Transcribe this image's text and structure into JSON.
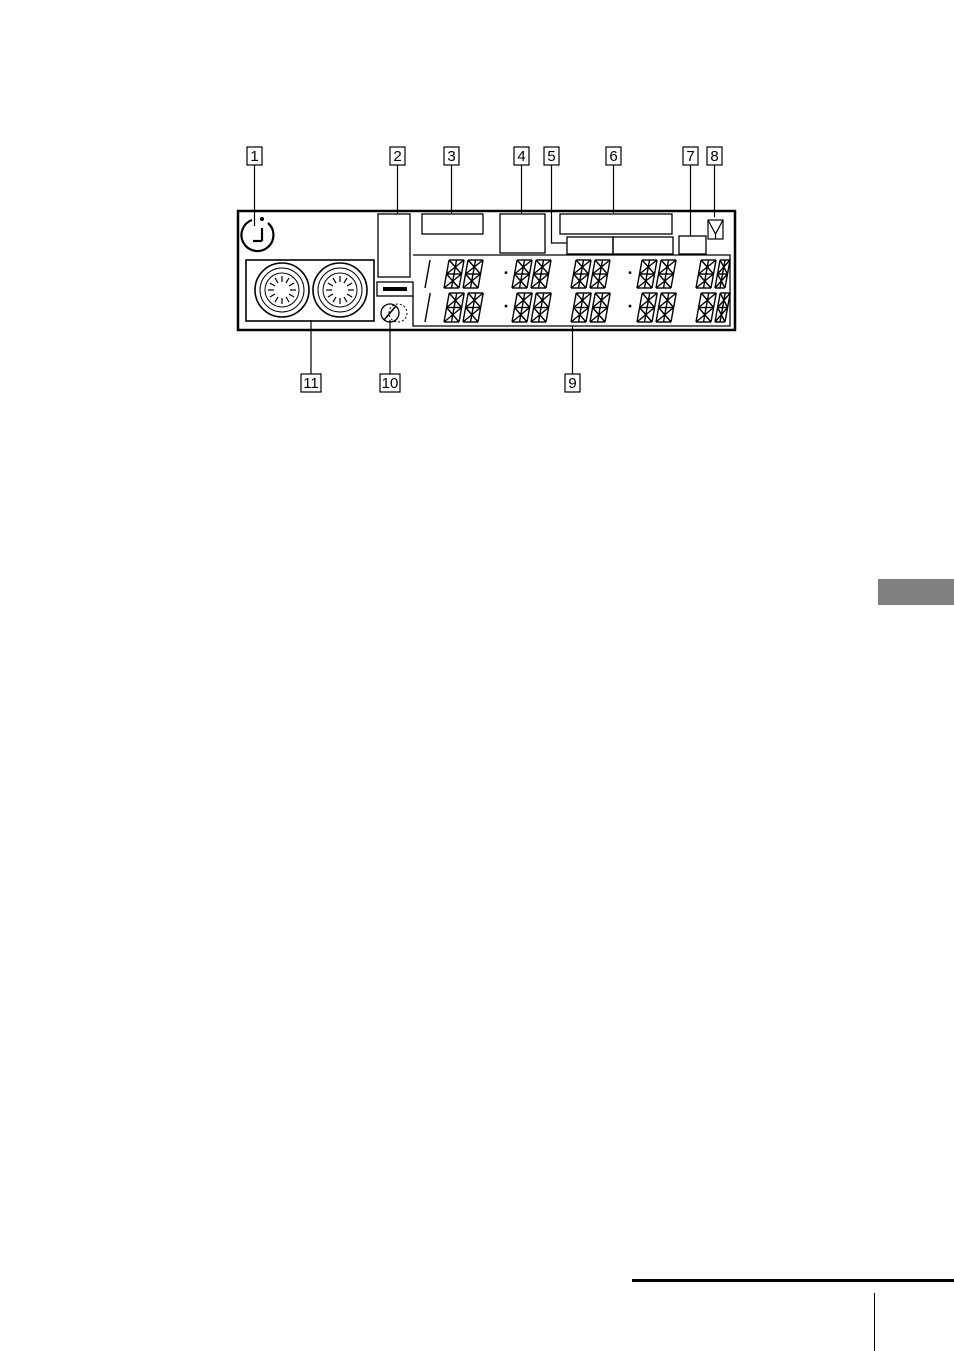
{
  "callouts": [
    {
      "id": "1",
      "label": "1"
    },
    {
      "id": "2",
      "label": "2"
    },
    {
      "id": "3",
      "label": "3"
    },
    {
      "id": "4",
      "label": "4"
    },
    {
      "id": "5",
      "label": "5"
    },
    {
      "id": "6",
      "label": "6"
    },
    {
      "id": "7",
      "label": "7"
    },
    {
      "id": "8",
      "label": "8"
    },
    {
      "id": "9",
      "label": "9"
    },
    {
      "id": "10",
      "label": "10"
    },
    {
      "id": "11",
      "label": "11"
    }
  ],
  "colors": {
    "ink": "#000000",
    "segment_stroke": "#000000",
    "tab_gray": "#808080"
  }
}
